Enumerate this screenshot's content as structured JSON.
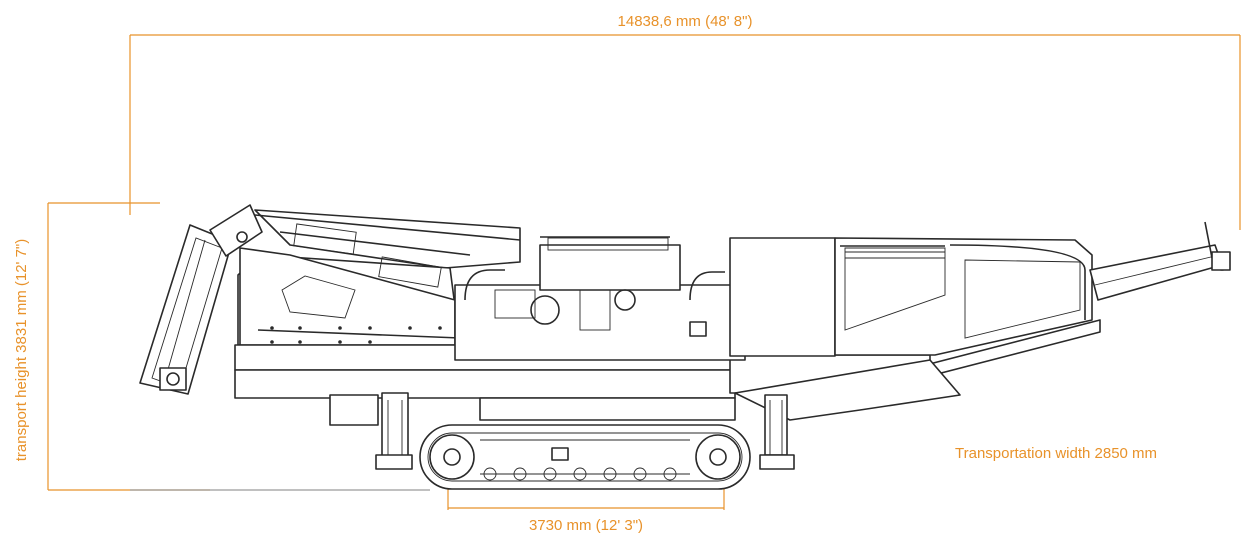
{
  "dimensions": {
    "overall_length": "14838,6 mm (48' 8\")",
    "transport_height": "transport height  3831 mm (12' 7\")",
    "transport_width": "Transportation width 2850 mm",
    "track_length": "3730 mm (12' 3\")"
  },
  "colors": {
    "dimension": "#e8922a",
    "outline": "#2a2a2a",
    "background": "#ffffff"
  }
}
